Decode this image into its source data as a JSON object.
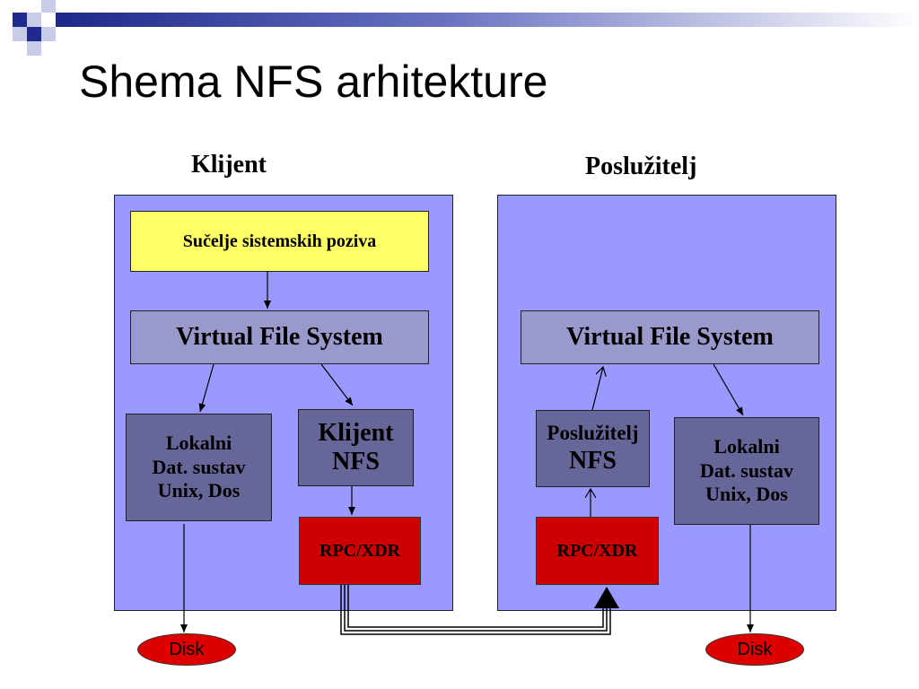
{
  "title": "Shema NFS arhitekture",
  "client": {
    "label": "Klijent",
    "syscall": "Sučelje sistemskih poziva",
    "vfs": "Virtual File System",
    "local_fs": [
      "Lokalni",
      "Dat. sustav",
      "Unix, Dos"
    ],
    "nfs_client": [
      "Klijent",
      "NFS"
    ],
    "rpc": "RPC/XDR",
    "disk": "Disk"
  },
  "server": {
    "label": "Poslužitelj",
    "vfs": "Virtual File System",
    "nfs_server": [
      "Poslužitelj",
      "NFS"
    ],
    "local_fs": [
      "Lokalni",
      "Dat. sustav",
      "Unix, Dos"
    ],
    "rpc": "RPC/XDR",
    "disk": "Disk"
  },
  "colors": {
    "panel": "#9999ff",
    "syscall": "#ffff66",
    "vfs": "#9999cc",
    "local_fs": "#666699",
    "rpc": "#cc0000",
    "disk": "#dd0000",
    "header_bar": "#1f2a8c"
  }
}
